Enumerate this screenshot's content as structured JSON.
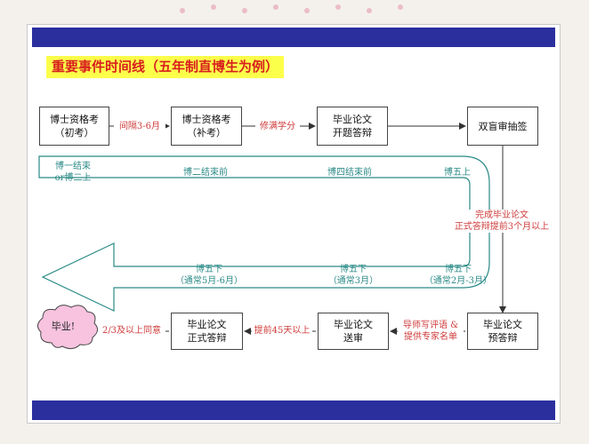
{
  "title": "重要事件时间线（五年制直博生为例）",
  "boxes": {
    "b1": [
      "博士资格考",
      "（初考）"
    ],
    "b2": [
      "博士资格考",
      "（补考）"
    ],
    "b3": [
      "毕业论文",
      "开题答辩"
    ],
    "b4": [
      "双盲审抽签"
    ],
    "b5": [
      "毕业论文",
      "预答辩"
    ],
    "b6": [
      "毕业论文",
      "送审"
    ],
    "b7": [
      "毕业论文",
      "正式答辩"
    ],
    "graduate": "毕业!"
  },
  "edge_labels": {
    "e12": "间隔3-6月",
    "e23": "修满学分",
    "e_b4_b5": [
      "完成毕业论文",
      "正式答辩提前3个月以上"
    ],
    "e56": [
      "导师写评语 &",
      "提供专家名单"
    ],
    "e67": "提前45天以上",
    "e7g": "2/3及以上同意"
  },
  "timeline_top": {
    "t1": [
      "博一结束",
      "or博二上"
    ],
    "t2": "博二结束前",
    "t3": "博四结束前",
    "t4": "博五上"
  },
  "timeline_bottom": {
    "t5": [
      "博五下",
      "（通常5月-6月）"
    ],
    "t6": [
      "博五下",
      "（通常3月）"
    ],
    "t7": [
      "博五下",
      "（通常2月-3月）"
    ]
  },
  "colors": {
    "band": "#2b2f9e",
    "title_bg": "#fcff4a",
    "title_text": "#d81e1e",
    "edge_label": "#cf3a3a",
    "timeline": "#2a8a86",
    "cloud": "#f7c3df"
  }
}
